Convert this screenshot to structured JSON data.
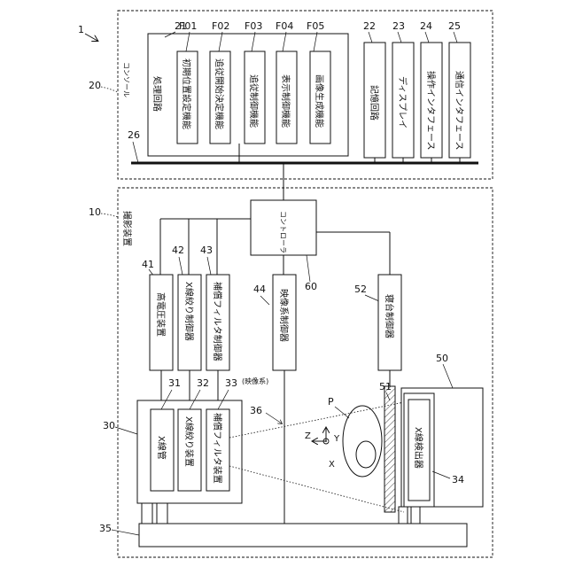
{
  "numerals": {
    "system": "1",
    "console": "20",
    "bus": "26",
    "imaging": "10",
    "processing": "21",
    "f01": "F01",
    "f02": "F02",
    "f03": "F03",
    "f04": "F04",
    "f05": "F05",
    "memory": "22",
    "display": "23",
    "op_if": "24",
    "comm_if": "25",
    "controller": "60",
    "hv": "41",
    "xcoll_ctrl": "42",
    "comp_ctrl": "43",
    "imgsys_ctrl": "44",
    "table_ctrl": "52",
    "xray_unit": "30",
    "xtube": "31",
    "xcoll": "32",
    "comp": "33",
    "imaging_sys": "36",
    "patient": "P",
    "table_top": "51",
    "detector_housing": "50",
    "detector": "34",
    "rail": "35"
  },
  "labels": {
    "console": "コンソール",
    "imaging": "撮影装置",
    "processing": "処理回路",
    "f01": "初期位置設定機能",
    "f02": "追従開始決定機能",
    "f03": "追従制御機能",
    "f04": "表示制御機能",
    "f05": "画像生成機能",
    "memory": "記憶回路",
    "display": "ディスプレイ",
    "op_if": "操作インタフェース",
    "comm_if": "通信インタフェース",
    "controller": "コントローラ",
    "hv": "高電圧装置",
    "xcoll_ctrl": "X線絞り制御器",
    "comp_ctrl": "補償フィルタ制御器",
    "imgsys_ctrl": "映像系制御器",
    "table_ctrl": "寝台制御器",
    "xtube": "X線管",
    "xcoll": "X線絞り装置",
    "comp": "補償フィルタ装置",
    "imaging_sys": "(映像系)",
    "detector": "X線検出器",
    "axis_x": "X",
    "axis_y": "Y",
    "axis_z": "Z"
  }
}
